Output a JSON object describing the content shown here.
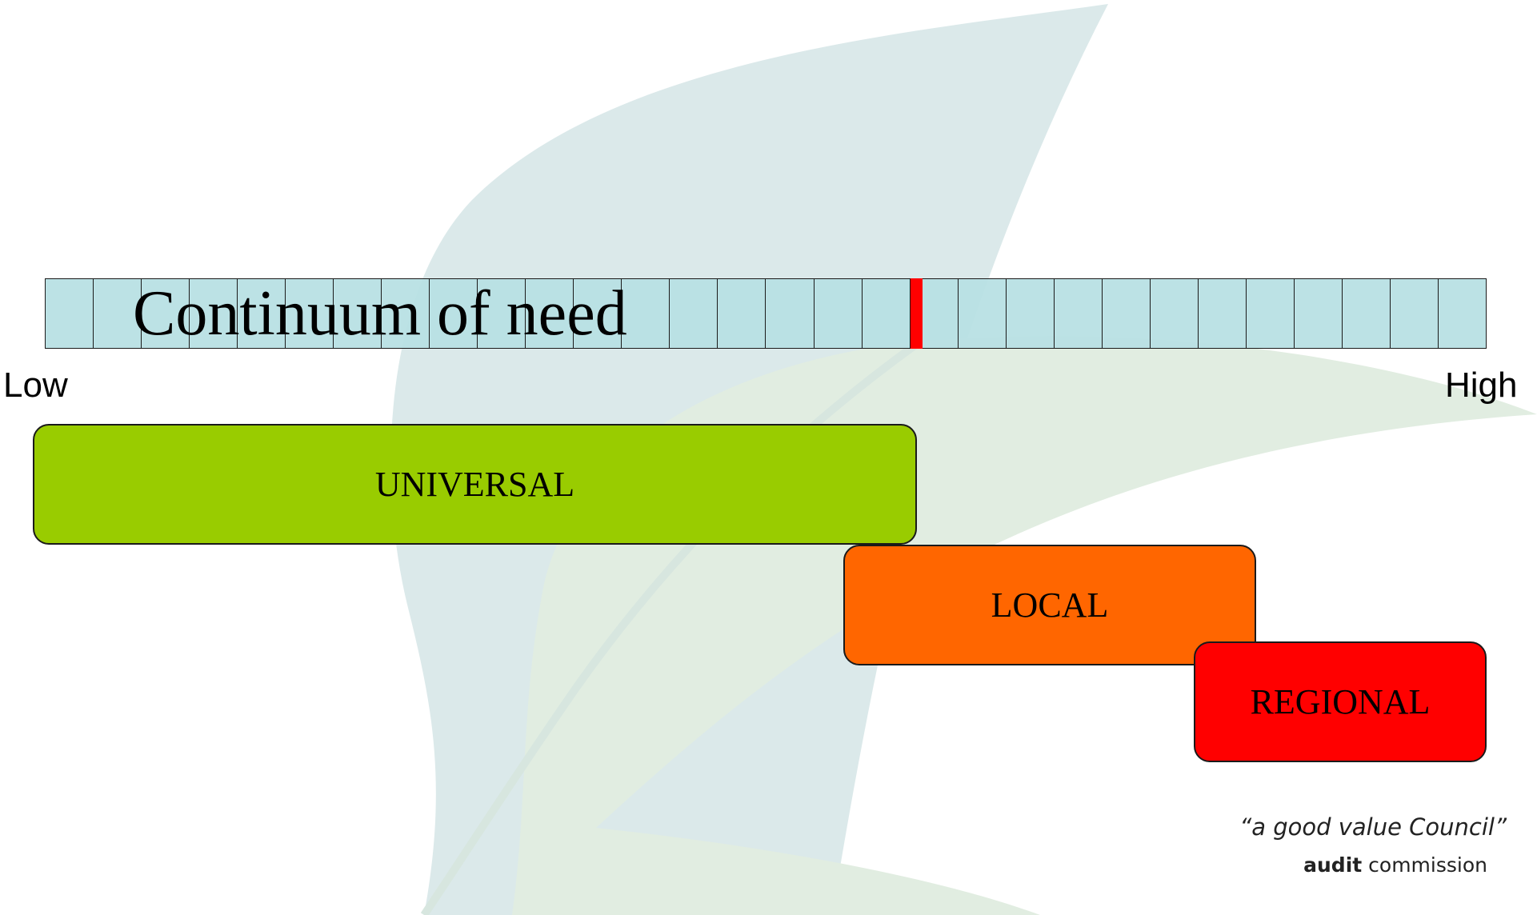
{
  "diagram": {
    "title": "Continuum of need",
    "scale": {
      "low_label": "Low",
      "high_label": "High",
      "segment_count": 30
    },
    "bands": [
      {
        "label": "UNIVERSAL",
        "color": "#99cc00"
      },
      {
        "label": "LOCAL",
        "color": "#ff6600"
      },
      {
        "label": "REGIONAL",
        "color": "#ff0000"
      }
    ],
    "marker_color": "#ff0000",
    "bar_color": "#b8e0e4"
  },
  "footer": {
    "tagline": "“a good value Council”",
    "logo_bold": "audit",
    "logo_rest": " commission"
  }
}
